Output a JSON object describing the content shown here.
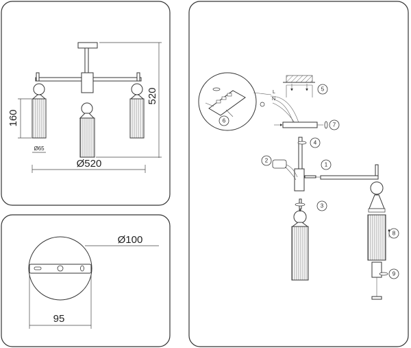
{
  "dimensions": {
    "height_total": "520",
    "width_total": "Ø520",
    "shade_height": "160",
    "shade_diameter": "Ø65",
    "canopy_diameter": "Ø100",
    "canopy_mount_width": "95"
  },
  "steps": [
    "1",
    "2",
    "3",
    "4",
    "5",
    "6",
    "7",
    "8",
    "9"
  ]
}
